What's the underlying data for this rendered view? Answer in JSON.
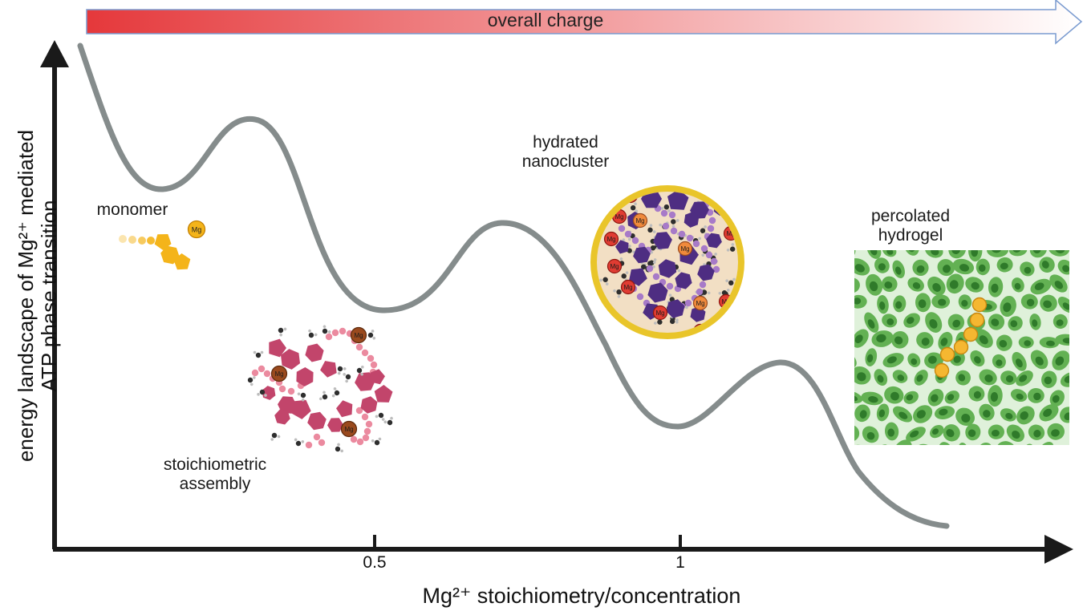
{
  "charge_label": "overall charge",
  "ylabel_line1": "energy landscape of Mg²⁺ mediated",
  "ylabel_line2": "ATP phase transition",
  "xlabel": "Mg²⁺ stoichiometry/concentration",
  "ticks": [
    "0.5",
    "1"
  ],
  "labels": {
    "monomer": "monomer",
    "stoichiometric_1": "stoichiometric",
    "stoichiometric_2": "assembly",
    "hydrated_1": "hydrated",
    "hydrated_2": "nanocluster",
    "percolated_1": "percolated",
    "percolated_2": "hydrogel"
  },
  "ion_label": "Mg",
  "colors": {
    "curve": "#858c8c",
    "axis": "#1a1a1a",
    "charge_start": "#e5383b",
    "charge_end": "#ffffff",
    "monomer": "#f4b41a",
    "stoich": "#c2456b",
    "stoich_beads": "#eb8a9f",
    "cluster_hex": "#4e2d82",
    "cluster_beads": "#a77ac8",
    "cluster_fill": "#f2dfc4",
    "cluster_ring": "#e9c52a",
    "mg_red": "#e03c32",
    "mg_orange": "#f08a3c",
    "mg_brown": "#9a4a1e",
    "gel_light": "#dff1da",
    "gel_mid": "#63b153",
    "gel_dark": "#2f7a2a"
  }
}
